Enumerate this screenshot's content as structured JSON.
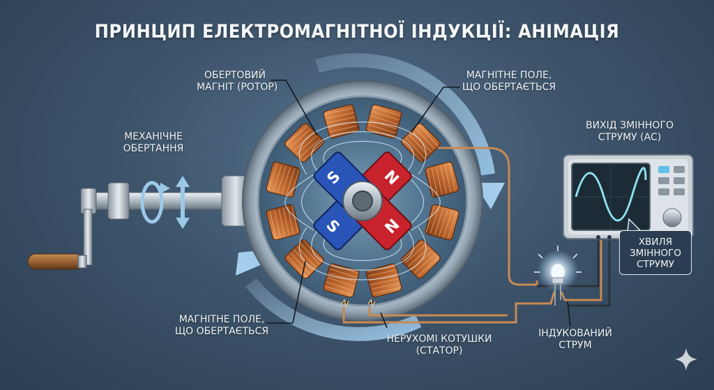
{
  "title": "ПРИНЦИП ЕЛЕКТРОМАГНІТНОЇ ІНДУКЦІЇ: АНІМАЦІЯ",
  "labels": {
    "rotor": [
      "ОБЕРТОВИЙ",
      "МАГНІТ (РОТОР)"
    ],
    "field_top": [
      "МАГНІТНЕ ПОЛЕ,",
      "ЩО ОБЕРТАЄТЬСЯ"
    ],
    "mech": [
      "МЕХАНІЧНЕ",
      "ОБЕРТАННЯ"
    ],
    "ac_output": [
      "ВИХІД ЗМІННОГО",
      "СТРУМУ (AC)"
    ],
    "wave": [
      "ХВИЛЯ",
      "ЗМІННОГО",
      "СТРУМУ"
    ],
    "field_bottom": [
      "МАГНІТНЕ ПОЛЕ,",
      "ЩО ОБЕРТАЄТЬСЯ"
    ],
    "stator": [
      "НЕРУХОМІ КОТУШКИ",
      "(СТАТОР)"
    ],
    "induced": [
      "ІНДУКОВАНИЙ",
      "СТРУМ"
    ]
  },
  "magnet_poles": [
    "S",
    "N",
    "S",
    "N"
  ],
  "icons": [
    "handle-crank-icon",
    "rotation-arrow-icon",
    "led-bulb-icon",
    "sparkle-icon",
    "oscilloscope-icon"
  ],
  "colors": {
    "north": "#c8232c",
    "south": "#2a55b8",
    "copper": "#c8733a",
    "wire": "#c98a52",
    "wave": "#8fe0f0"
  }
}
